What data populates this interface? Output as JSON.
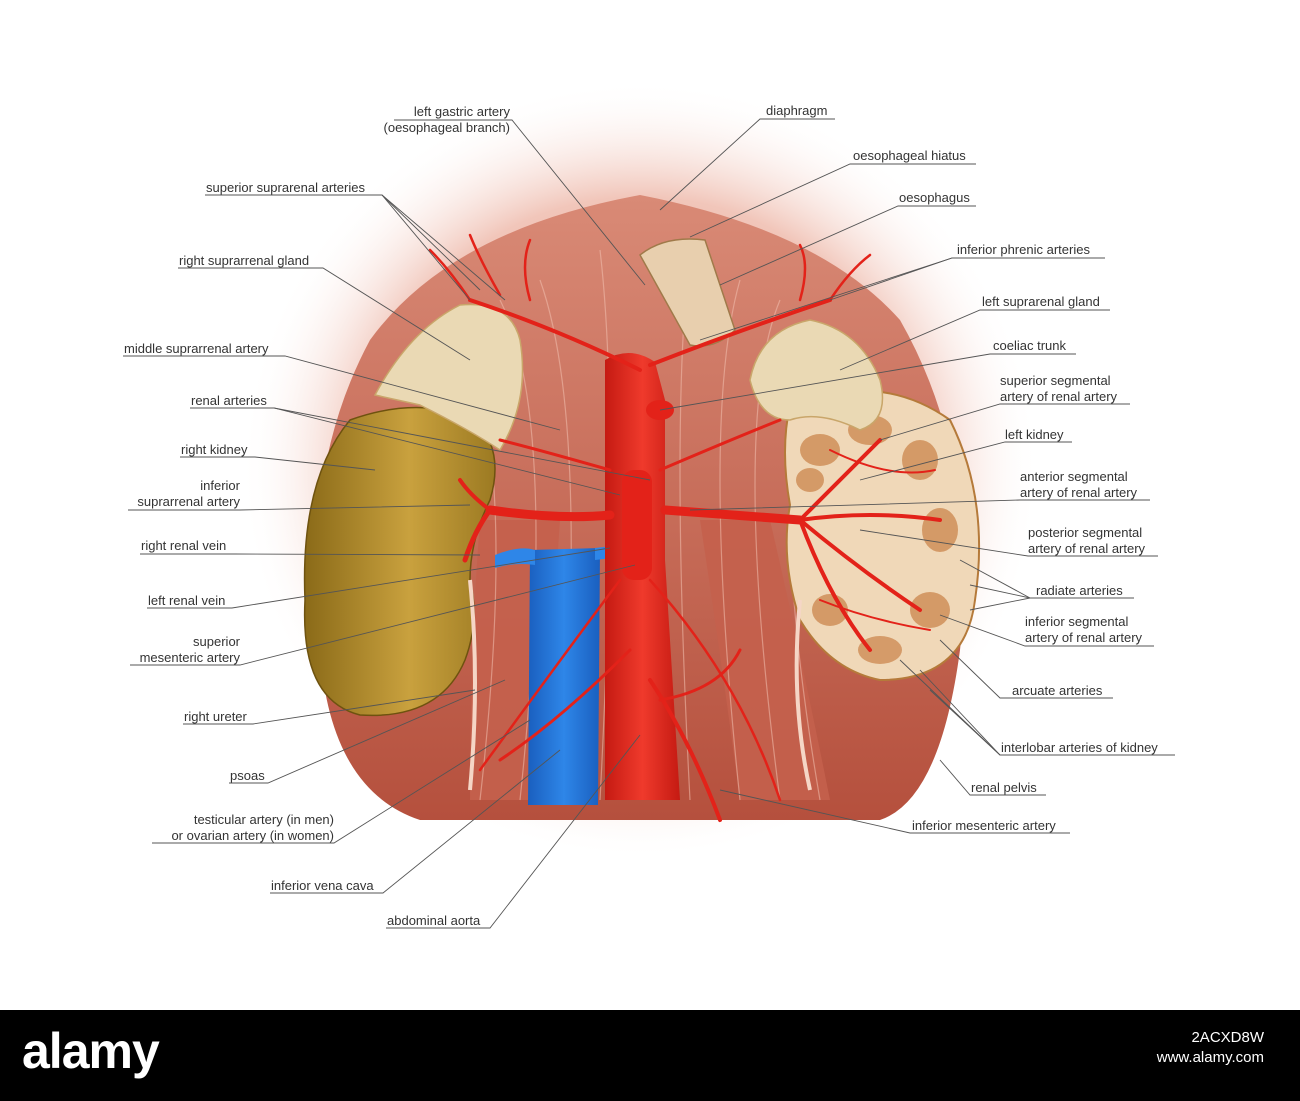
{
  "labels": {
    "left_gastric_artery": [
      "left gastric artery",
      "(oesophageal branch)"
    ],
    "diaphragm": [
      "diaphragm"
    ],
    "oesophageal_hiatus": [
      "oesophageal hiatus"
    ],
    "superior_suprarenal_arteries": [
      "superior suprarenal arteries"
    ],
    "oesophagus": [
      "oesophagus"
    ],
    "right_suprarrenal_gland": [
      "right suprarrenal gland"
    ],
    "inferior_phrenic_arteries": [
      "inferior phrenic arteries"
    ],
    "left_suprarenal_gland": [
      "left suprarenal gland"
    ],
    "middle_suprarrenal_artery": [
      "middle suprarrenal artery"
    ],
    "coeliac_trunk": [
      "coeliac trunk"
    ],
    "renal_arteries": [
      "renal arteries"
    ],
    "superior_segmental_artery": [
      "superior segmental",
      "artery of renal artery"
    ],
    "left_kidney": [
      "left kidney"
    ],
    "right_kidney": [
      "right kidney"
    ],
    "inferior_suprarrenal_artery": [
      "inferior",
      "suprarrenal artery"
    ],
    "anterior_segmental_artery": [
      "anterior segmental",
      "artery of renal artery"
    ],
    "right_renal_vein": [
      "right renal vein"
    ],
    "posterior_segmental_artery": [
      "posterior segmental",
      "artery of renal artery"
    ],
    "radiate_arteries": [
      "radiate arteries"
    ],
    "left_renal_vein": [
      "left renal vein"
    ],
    "inferior_segmental_artery": [
      "inferior segmental",
      "artery of renal artery"
    ],
    "superior_mesenteric_artery": [
      "superior",
      "mesenteric artery"
    ],
    "arcuate_arteries": [
      "arcuate arteries"
    ],
    "right_ureter": [
      "right ureter"
    ],
    "interlobar_arteries": [
      "interlobar arteries of kidney"
    ],
    "psoas": [
      "psoas"
    ],
    "renal_pelvis": [
      "renal pelvis"
    ],
    "testicular_artery": [
      "testicular artery (in men)",
      "or ovarian artery (in women)"
    ],
    "inferior_mesenteric_artery": [
      "inferior mesenteric artery"
    ],
    "inferior_vena_cava": [
      "inferior vena cava"
    ],
    "abdominal_aorta": [
      "abdominal aorta"
    ]
  },
  "stock": {
    "logo": "alamy",
    "image_id": "2ACXD8W",
    "site": "www.alamy.com"
  },
  "colors": {
    "artery": "#e32219",
    "vein": "#1f6fd1",
    "muscle": "#c9634f",
    "kidney": "#b08a2c",
    "gland": "#ead9b4",
    "leader": "#555555"
  }
}
